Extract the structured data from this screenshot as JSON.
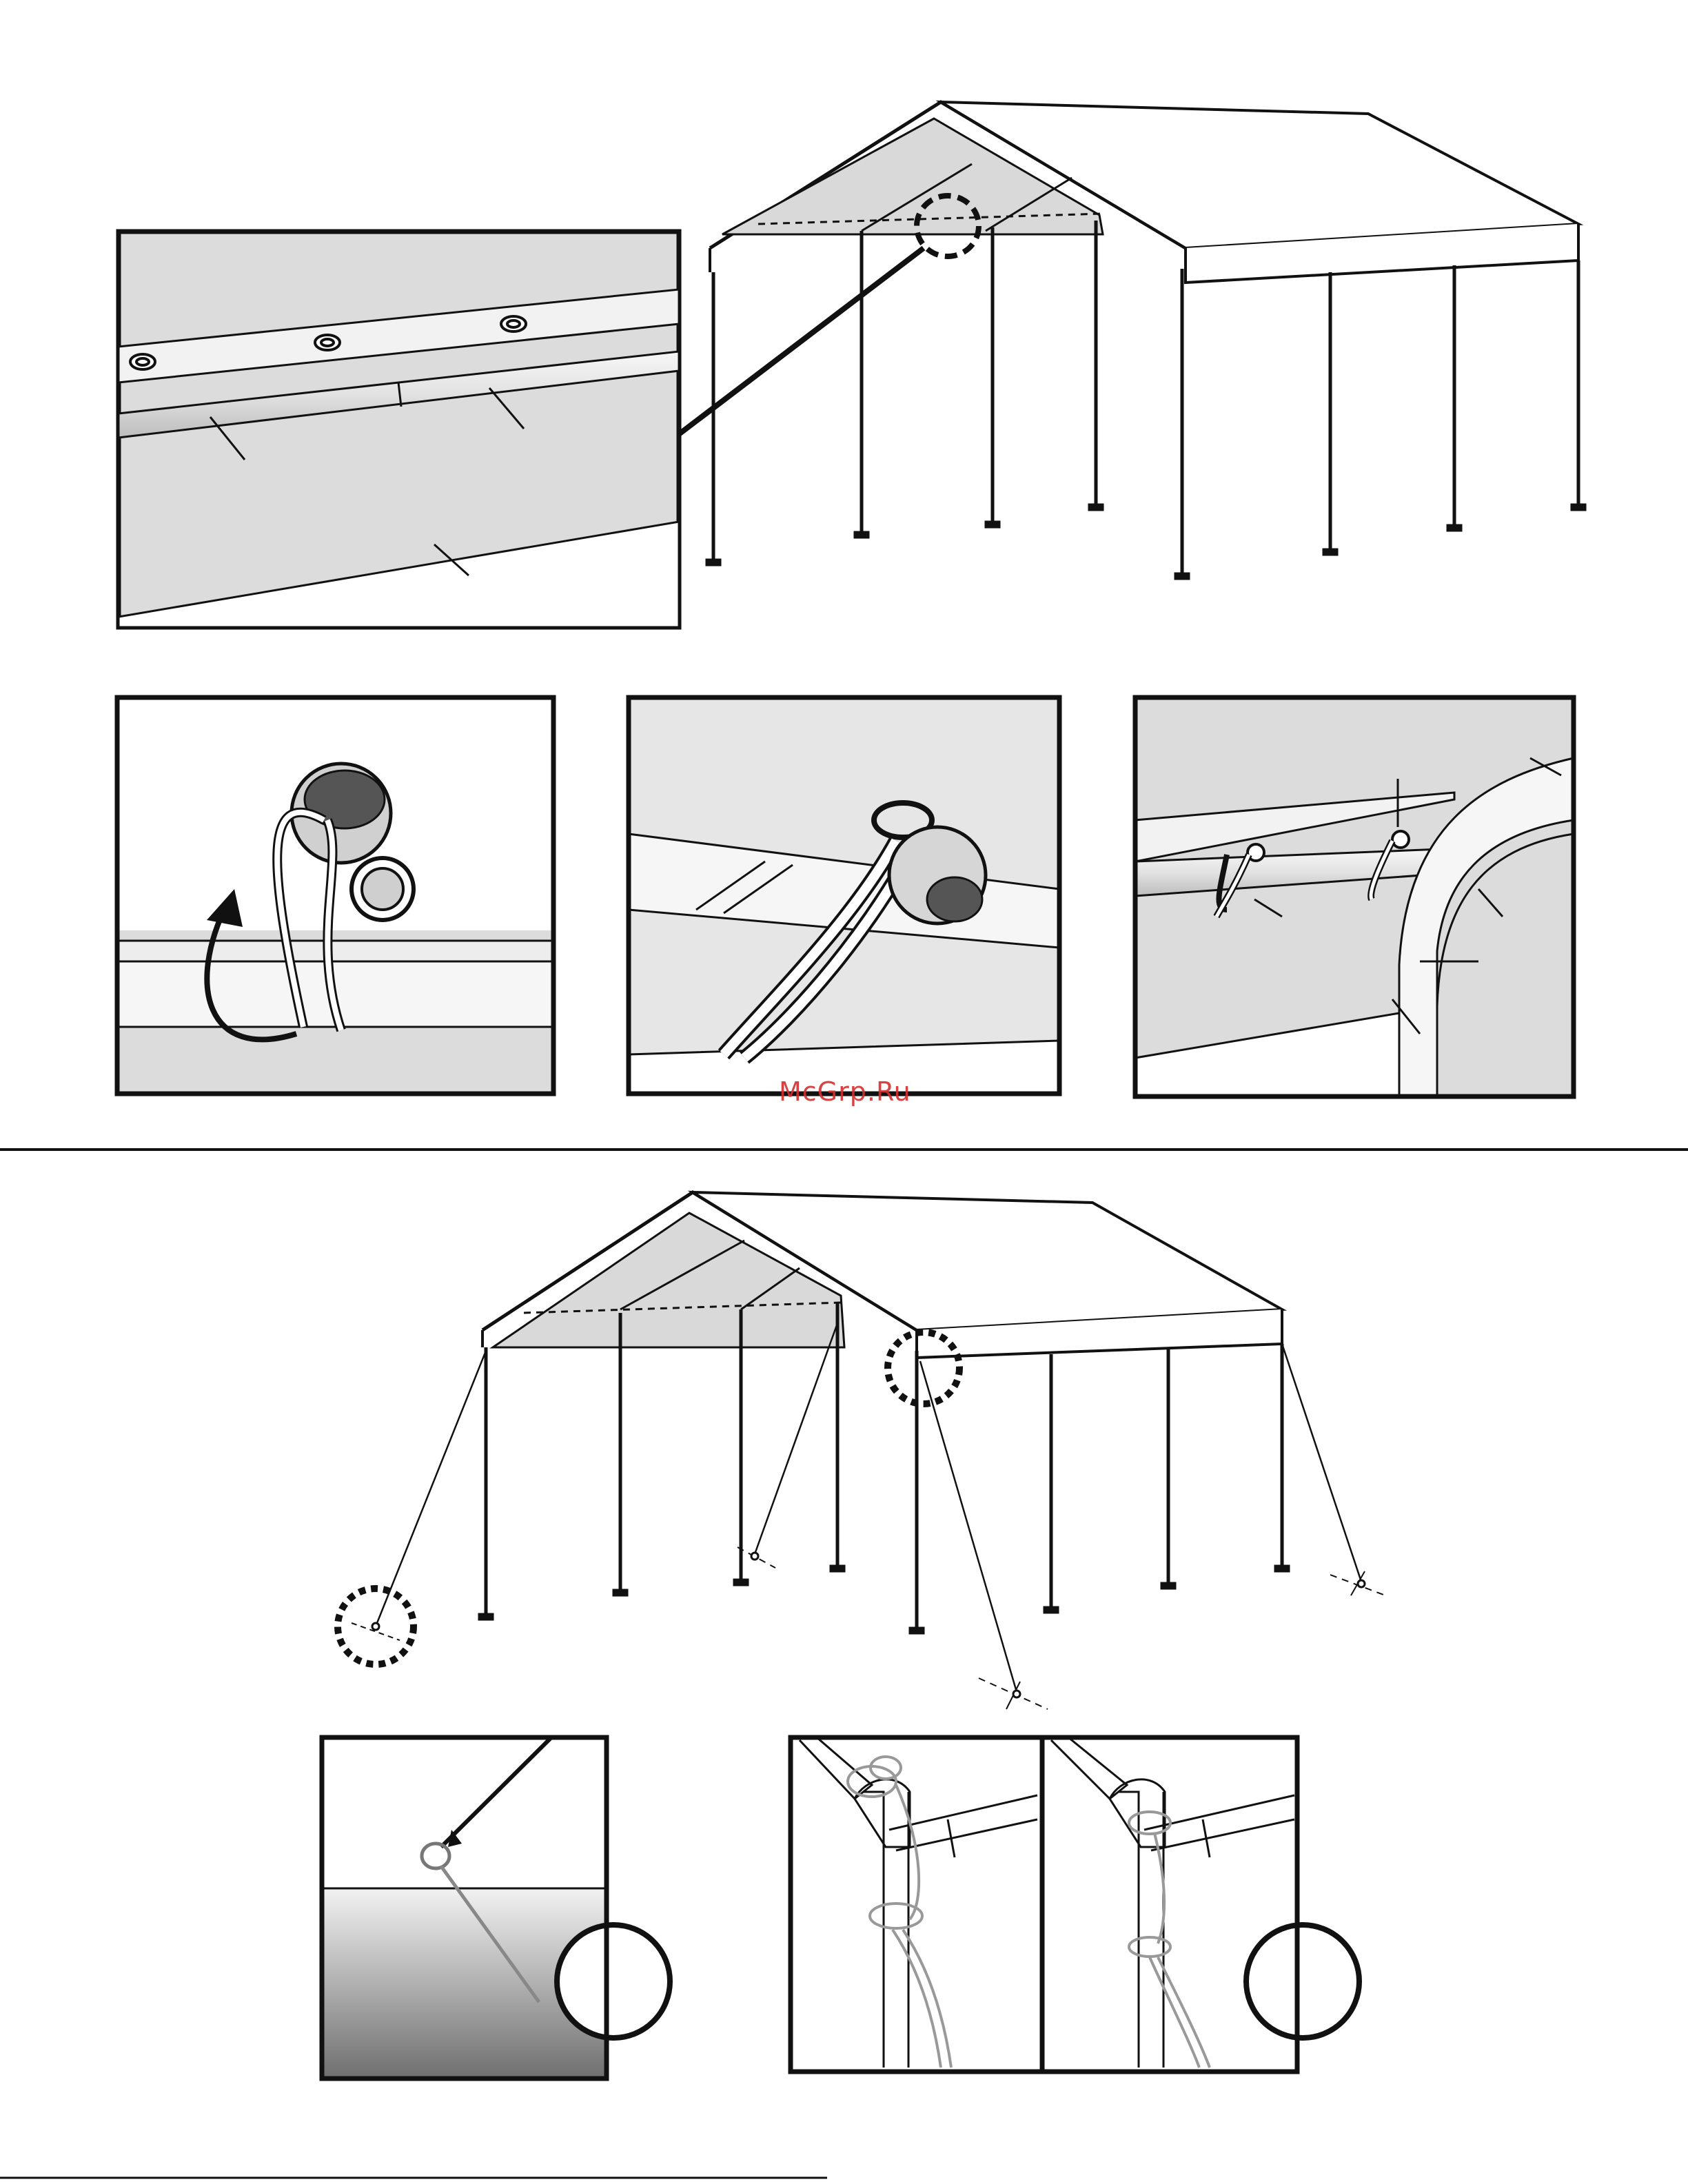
{
  "watermark": {
    "text": "McGrp.Ru"
  },
  "colors": {
    "line": "#111111",
    "panel_fill": "#dcdcdc",
    "light_fill": "#ededed",
    "ground_dark": "#7a7a7a"
  },
  "figures": {
    "top_canopy": "canopy-with-zoom-detail",
    "step_a": "bungee-ball-loop",
    "step_b": "bungee-ball-pulled",
    "step_c": "bungee-around-leg-and-corner",
    "bottom_canopy": "canopy-with-guy-ropes",
    "step_d": "ground-stake-rope",
    "step_e": "rope-tied-to-corner-fitting"
  }
}
